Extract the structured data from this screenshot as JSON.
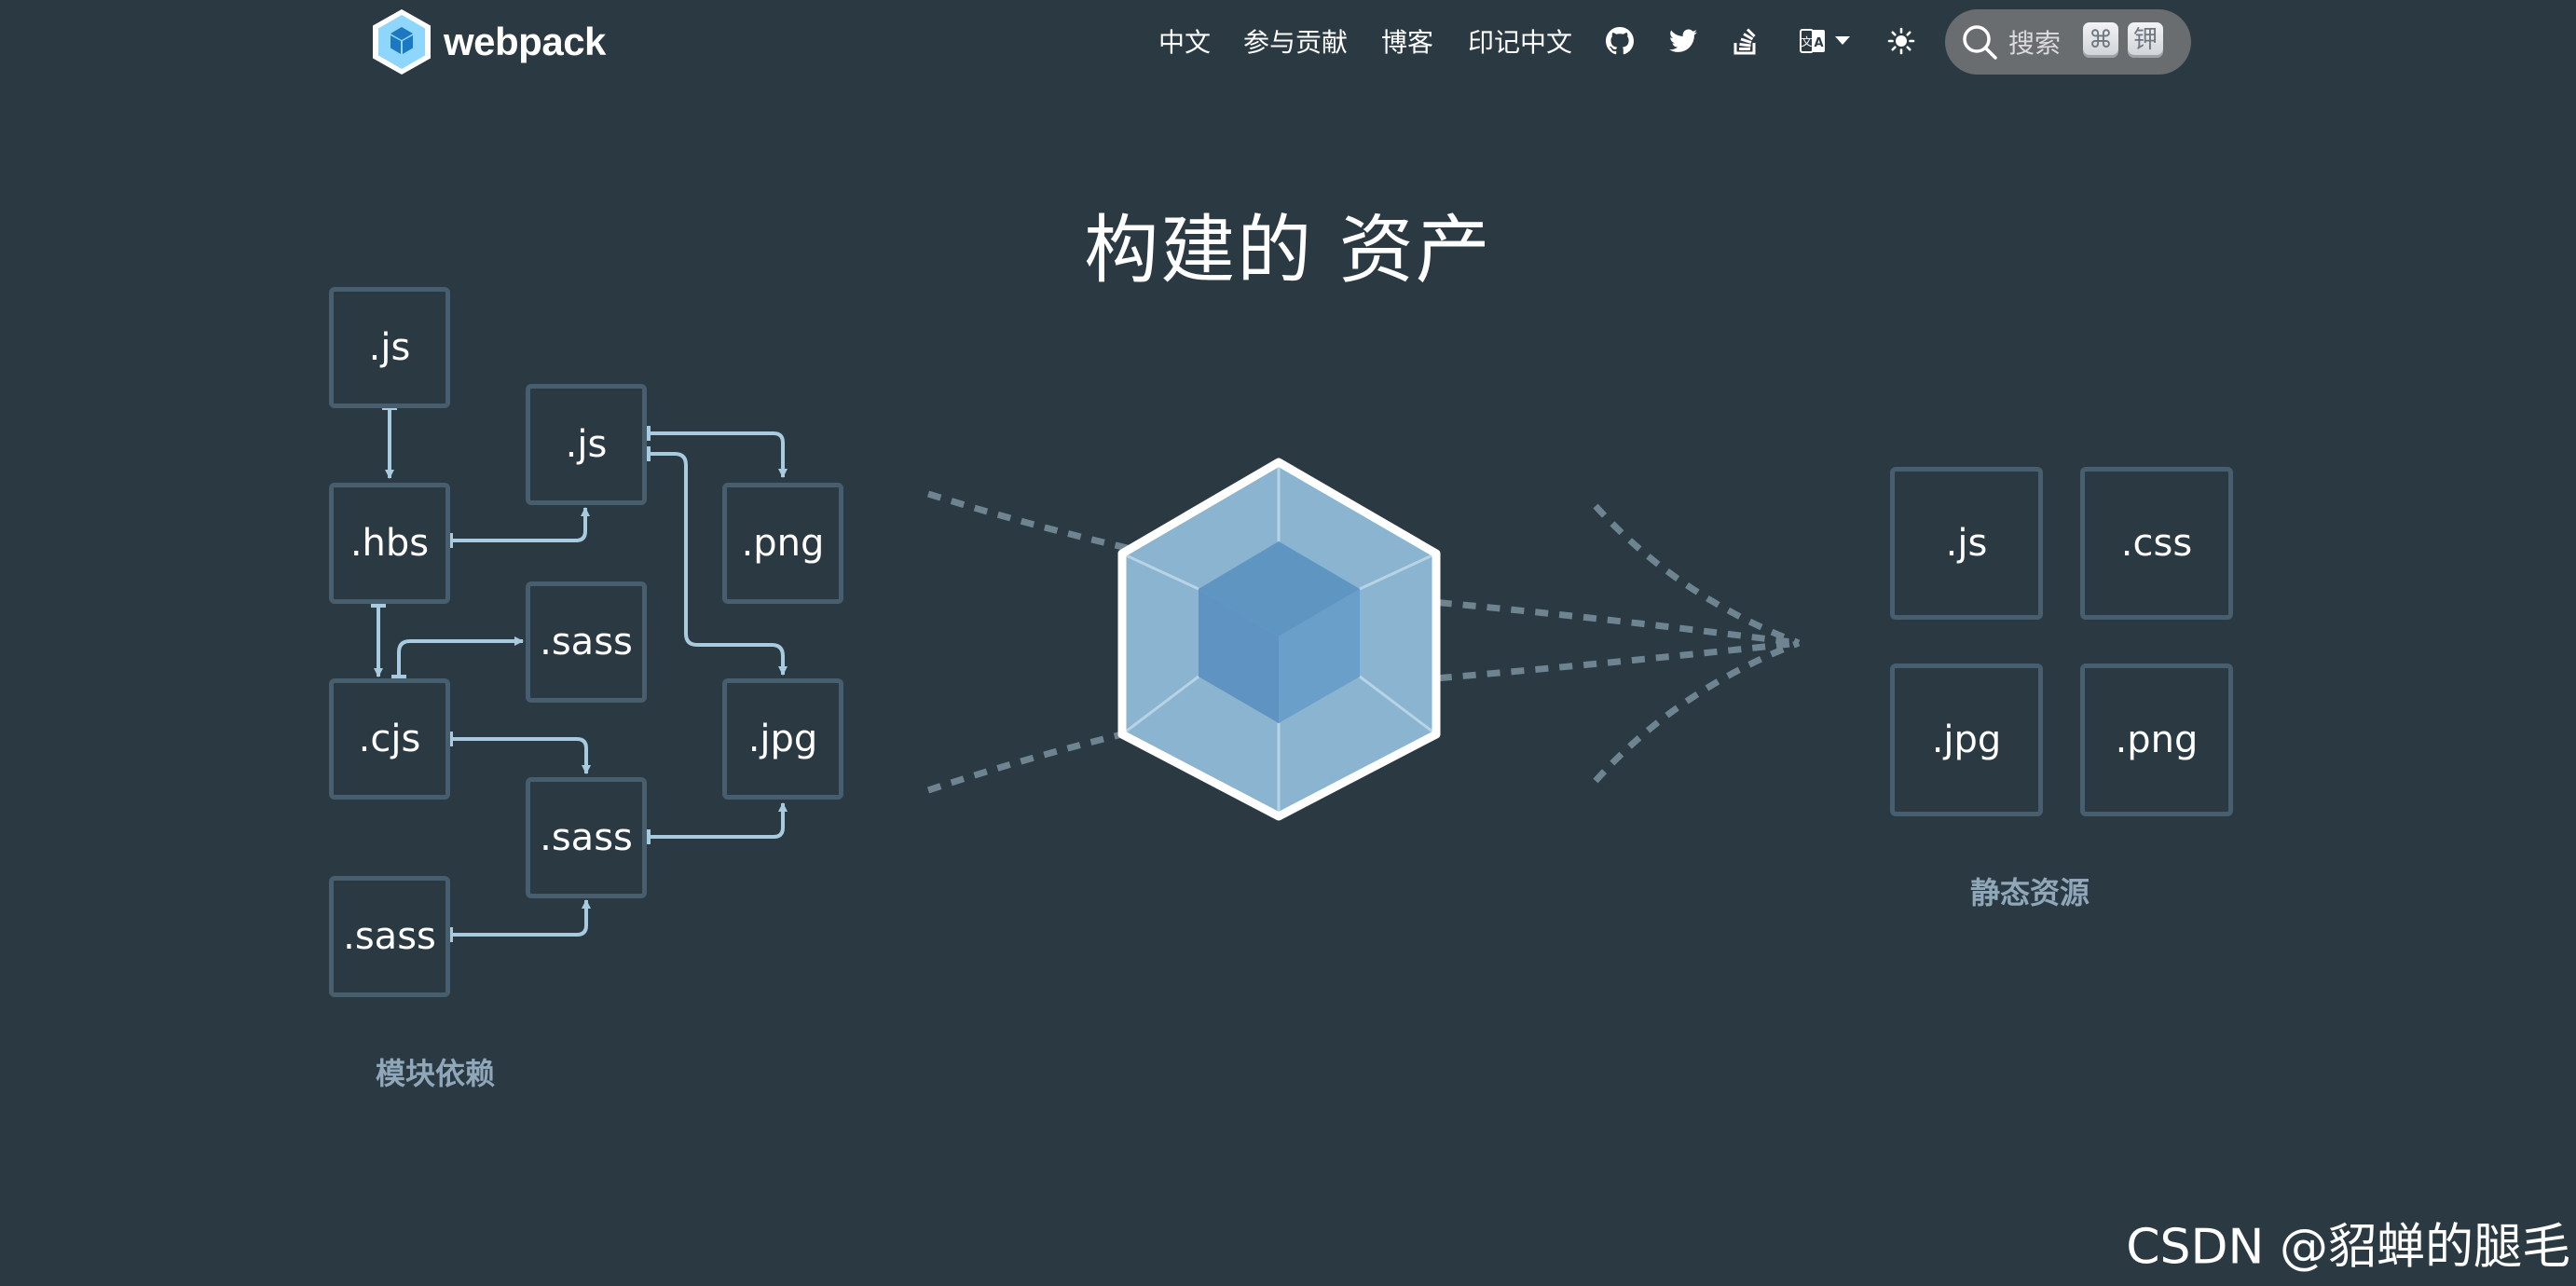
{
  "header": {
    "logo_text": "webpack",
    "nav": [
      {
        "label": "中文"
      },
      {
        "label": "参与贡献"
      },
      {
        "label": "博客"
      },
      {
        "label": "印记中文"
      }
    ],
    "icons": [
      "github-icon",
      "twitter-icon",
      "stack-overflow-icon",
      "language-icon",
      "theme-toggle-icon"
    ],
    "search": {
      "placeholder": "搜索",
      "shortcut_keys": [
        "⌘",
        "钾"
      ]
    }
  },
  "hero": {
    "title": "构建的 资产",
    "modules": [
      ".js",
      ".hbs",
      ".cjs",
      ".sass",
      ".js",
      ".sass",
      ".sass",
      ".png",
      ".jpg"
    ],
    "modules_caption": "模块依赖",
    "assets": [
      ".js",
      ".css",
      ".jpg",
      ".png"
    ],
    "assets_caption": "静态资源"
  },
  "colors": {
    "background": "#2b3a42",
    "box_border": "#465e6e",
    "arrow": "#a9cbe0",
    "caption": "#8fa7b9",
    "cube_light": "#8ab4d0",
    "cube_dark": "#5e95c1",
    "dashed_line": "#6f8491"
  },
  "watermark": "CSDN @貂蝉的腿毛"
}
